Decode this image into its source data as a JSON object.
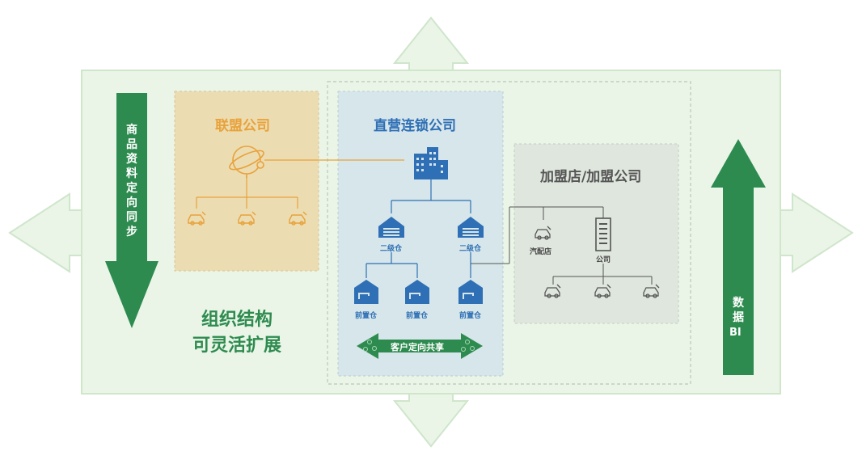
{
  "left_arrow": {
    "text": "商品资料定向同步"
  },
  "right_arrow": {
    "text_line1": "数据",
    "text_line2": "BI"
  },
  "center_text": {
    "line1": "组织结构",
    "line2": "可灵活扩展"
  },
  "alliance": {
    "title": "联盟公司"
  },
  "direct": {
    "title": "直营连锁公司",
    "warehouse2_left": "二级仓",
    "warehouse2_right": "二级仓",
    "front_left": "前置仓",
    "front_mid": "前置仓",
    "front_right": "前置仓",
    "share_label": "客户定向共享"
  },
  "franchise": {
    "title": "加盟店/加盟公司",
    "parts_store": "汽配店",
    "company": "公司"
  },
  "colors": {
    "orange": "#e8a23a",
    "blue": "#2f6fb5",
    "green_dark": "#2e8b4f",
    "green_light": "#e9f4e7"
  }
}
